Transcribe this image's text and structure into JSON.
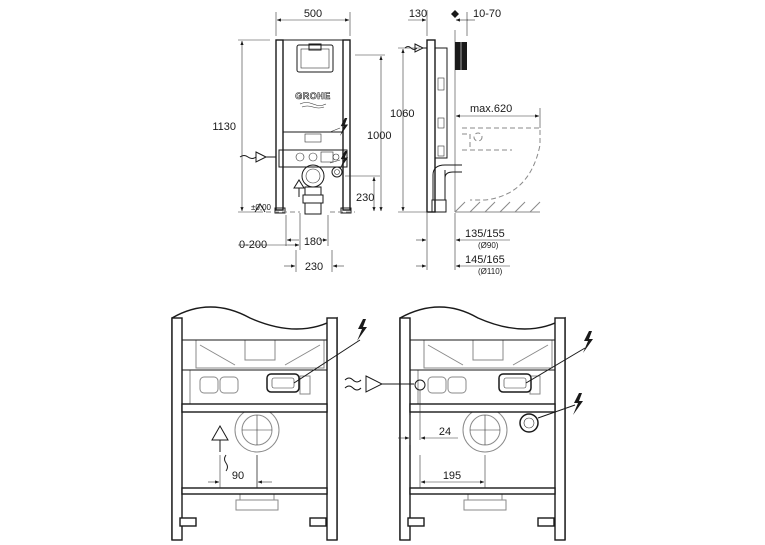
{
  "brand": "GROHE",
  "front_view": {
    "width": "500",
    "height": "1130",
    "flush_height": "1000",
    "zero_level": "±0,00",
    "floor_range": "0-200",
    "outlet_height": "230",
    "inlet_spacing": "180",
    "bottom_width": "230"
  },
  "side_view": {
    "depth": "130",
    "depth_range": "10-70",
    "height": "1060",
    "max_projection": "max.620",
    "dim_a": "135/155",
    "dim_a_pipe": "(Ø90)",
    "dim_b": "145/165",
    "dim_b_pipe": "(Ø110)"
  },
  "detail_left": {
    "offset": "90"
  },
  "detail_right": {
    "inlet_offset": "24",
    "inlet_distance": "195"
  }
}
